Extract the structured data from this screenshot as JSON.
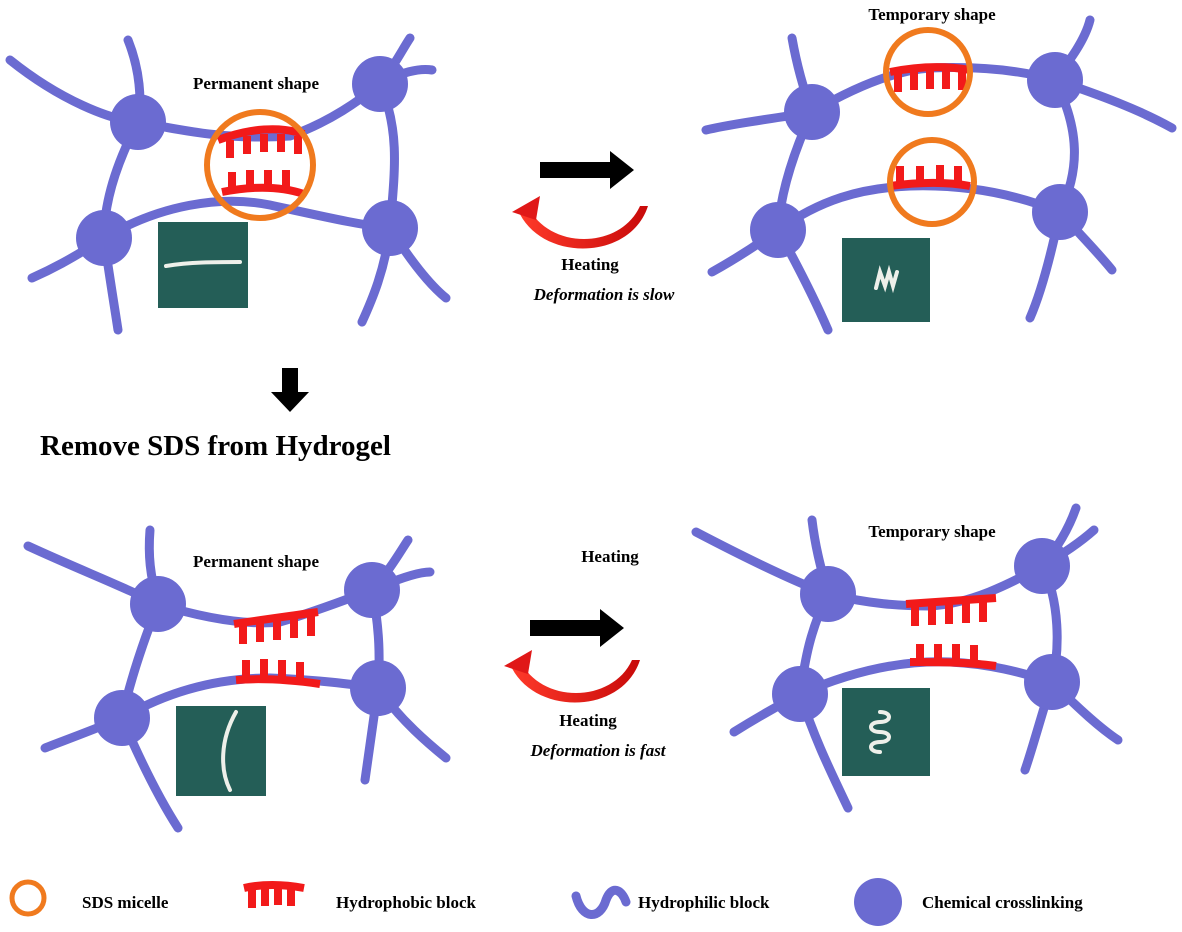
{
  "colors": {
    "chain": "#6b6bd1",
    "crosslink": "#6b6bd1",
    "micelle": "#f07a1e",
    "hydrophobic": "#f21a1a",
    "photo_bg": "#245e57",
    "arrow": "#000000",
    "curved_arrow": "#e01818"
  },
  "panels": {
    "top_left": {
      "label": "Permanent shape"
    },
    "top_right": {
      "label": "Temporary shape"
    },
    "bottom_left": {
      "label": "Permanent shape"
    },
    "bottom_right": {
      "label": "Temporary shape"
    }
  },
  "top_transition": {
    "heating": "Heating",
    "note": "Deformation is slow"
  },
  "middle_step": {
    "title": "Remove SDS from Hydrogel"
  },
  "bottom_transition": {
    "heating_top": "Heating",
    "heating": "Heating",
    "note": "Deformation is fast"
  },
  "legend": {
    "items": [
      {
        "icon": "micelle-ring-icon",
        "label": "SDS micelle"
      },
      {
        "icon": "comb-icon",
        "label": "Hydrophobic block"
      },
      {
        "icon": "wave-icon",
        "label": "Hydrophilic block"
      },
      {
        "icon": "circle-icon",
        "label": "Chemical crosslinking"
      }
    ]
  }
}
